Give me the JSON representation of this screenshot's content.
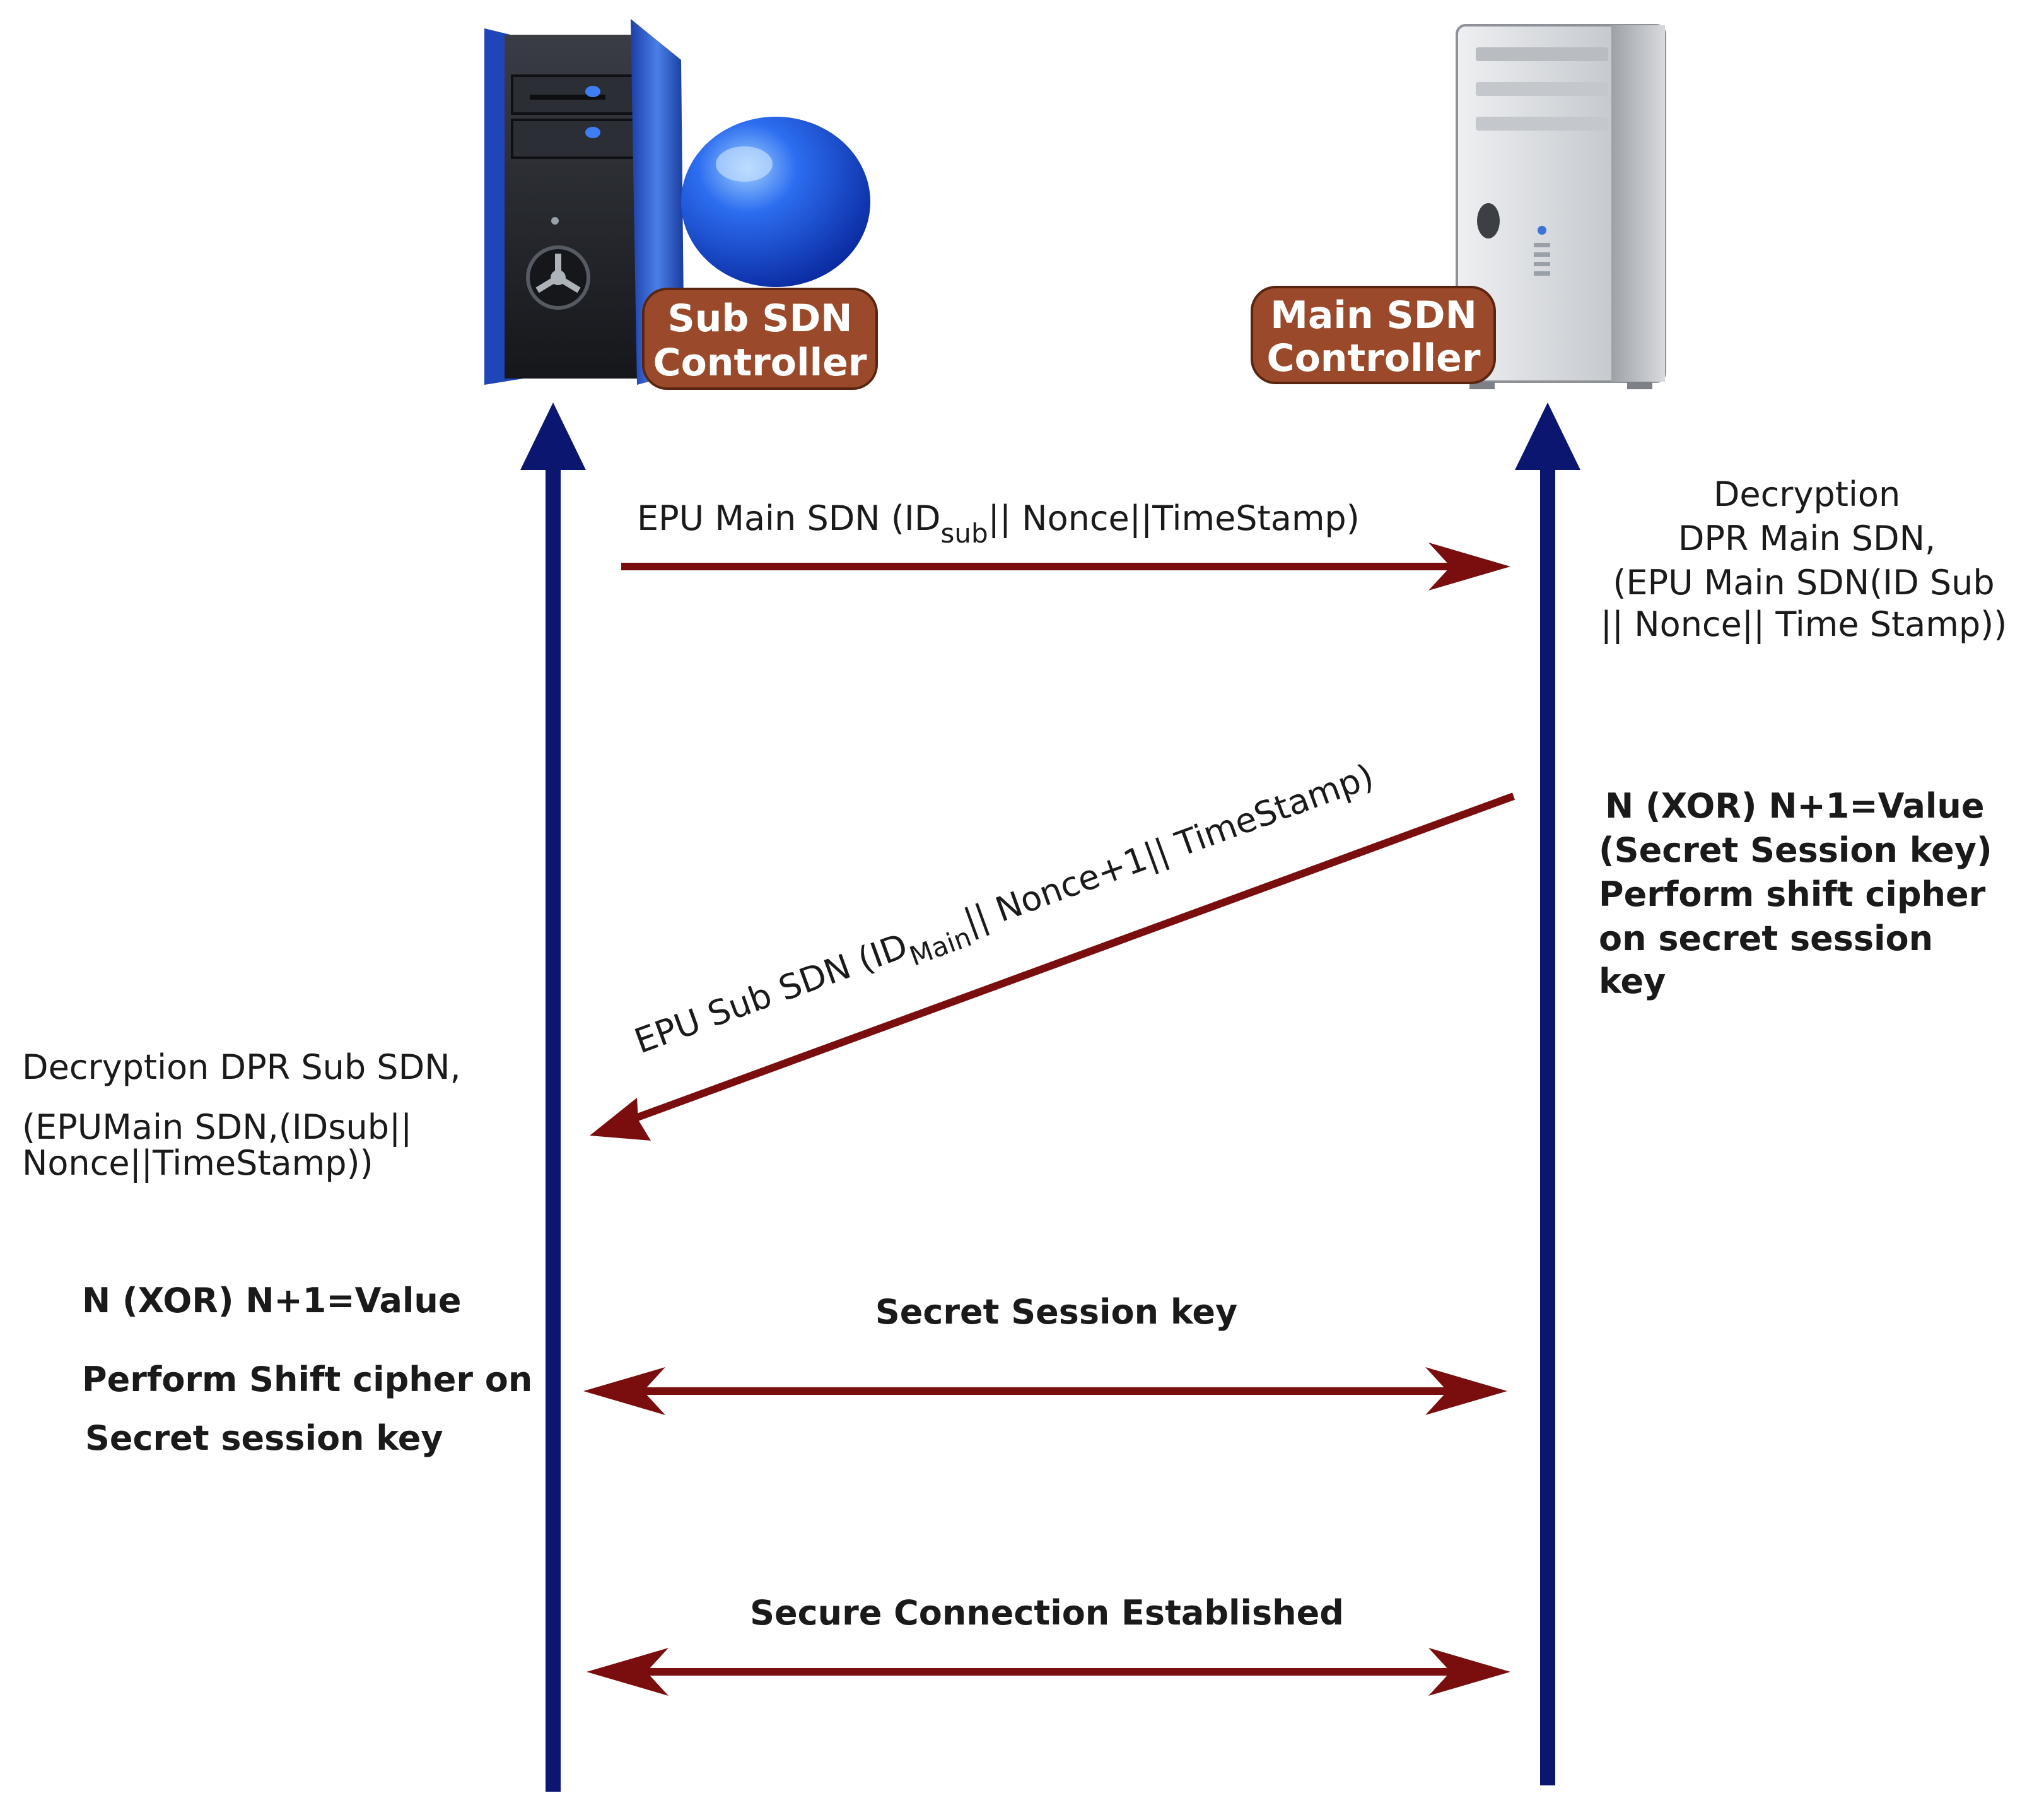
{
  "colors": {
    "lifeline": "#0b1670",
    "message": "#7a0e0e",
    "badge_fill": "#9a4a2a",
    "badge_text": "#ffffff"
  },
  "sub_controller": {
    "icon": "sub-server-with-blue-sphere-icon",
    "badge_line1": "Sub SDN",
    "badge_line2": "Controller"
  },
  "main_controller": {
    "icon": "main-server-tower-icon",
    "badge_line1": "Main SDN",
    "badge_line2": "Controller"
  },
  "messages": {
    "m1": {
      "prefix": "EPU Main SDN (ID",
      "sub": "sub",
      "suffix": "|| Nonce||TimeStamp)"
    },
    "m2": {
      "prefix": "EPU Sub SDN (ID",
      "sub": "Main",
      "suffix": "|| Nonce+1|| TimeStamp)"
    },
    "m3": {
      "label": "Secret Session key"
    },
    "m4": {
      "label": "Secure Connection Established"
    }
  },
  "main_notes": {
    "decryption": [
      "Decryption",
      "DPR Main SDN,",
      "(EPU Main SDN(ID Sub",
      "|| Nonce|| Time Stamp))"
    ],
    "xor": [
      "N (XOR) N+1=Value",
      "(Secret Session key)",
      "Perform shift cipher",
      "on secret session",
      "key"
    ]
  },
  "sub_notes": {
    "decryption": [
      "Decryption DPR Sub SDN,",
      "(EPUMain SDN,(IDsub||",
      "Nonce||TimeStamp))"
    ],
    "xor_line1": "N (XOR) N+1=Value",
    "shift_line1": "Perform Shift cipher on",
    "shift_line2": "Secret session key"
  }
}
